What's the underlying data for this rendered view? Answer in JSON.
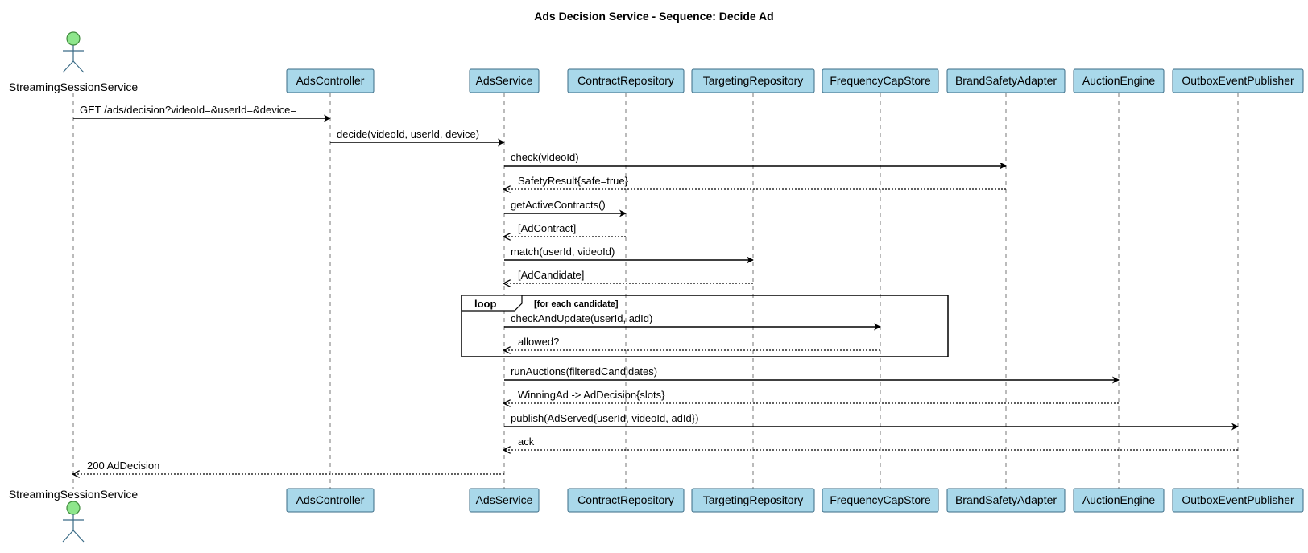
{
  "title": "Ads Decision Service - Sequence: Decide Ad",
  "colors": {
    "participant_fill": "#a9d8ea",
    "participant_stroke": "#3a6b86",
    "actor_fill": "#8ee68c",
    "actor_stroke": "#3f8a3c",
    "lifeline": "#777777",
    "arrow": "#000000"
  },
  "participants": [
    {
      "id": "session",
      "label": "StreamingSessionService",
      "kind": "actor"
    },
    {
      "id": "controller",
      "label": "AdsController",
      "kind": "box"
    },
    {
      "id": "service",
      "label": "AdsService",
      "kind": "box"
    },
    {
      "id": "contracts",
      "label": "ContractRepository",
      "kind": "box"
    },
    {
      "id": "targeting",
      "label": "TargetingRepository",
      "kind": "box"
    },
    {
      "id": "freqcap",
      "label": "FrequencyCapStore",
      "kind": "box"
    },
    {
      "id": "brandsafety",
      "label": "BrandSafetyAdapter",
      "kind": "box"
    },
    {
      "id": "auction",
      "label": "AuctionEngine",
      "kind": "box"
    },
    {
      "id": "outbox",
      "label": "OutboxEventPublisher",
      "kind": "box"
    }
  ],
  "messages": [
    {
      "from": "session",
      "to": "controller",
      "label": "GET /ads/decision?videoId=&userId=&device=",
      "style": "sync"
    },
    {
      "from": "controller",
      "to": "service",
      "label": "decide(videoId, userId, device)",
      "style": "sync"
    },
    {
      "from": "service",
      "to": "brandsafety",
      "label": "check(videoId)",
      "style": "sync"
    },
    {
      "from": "brandsafety",
      "to": "service",
      "label": "SafetyResult{safe=true}",
      "style": "reply"
    },
    {
      "from": "service",
      "to": "contracts",
      "label": "getActiveContracts()",
      "style": "sync"
    },
    {
      "from": "contracts",
      "to": "service",
      "label": "[AdContract]",
      "style": "reply"
    },
    {
      "from": "service",
      "to": "targeting",
      "label": "match(userId, videoId)",
      "style": "sync"
    },
    {
      "from": "targeting",
      "to": "service",
      "label": "[AdCandidate]",
      "style": "reply"
    },
    {
      "from": "service",
      "to": "freqcap",
      "label": "checkAndUpdate(userId, adId)",
      "style": "sync"
    },
    {
      "from": "freqcap",
      "to": "service",
      "label": "allowed?",
      "style": "reply"
    },
    {
      "from": "service",
      "to": "auction",
      "label": "runAuctions(filteredCandidates)",
      "style": "sync"
    },
    {
      "from": "auction",
      "to": "service",
      "label": "WinningAd -> AdDecision{slots}",
      "style": "reply"
    },
    {
      "from": "service",
      "to": "outbox",
      "label": "publish(AdServed{userId, videoId, adId})",
      "style": "sync"
    },
    {
      "from": "outbox",
      "to": "service",
      "label": "ack",
      "style": "reply"
    },
    {
      "from": "service",
      "to": "session",
      "label": "200 AdDecision",
      "style": "reply"
    }
  ],
  "loop": {
    "keyword": "loop",
    "guard": "[for each candidate]",
    "first_message": 8,
    "last_message": 9
  }
}
